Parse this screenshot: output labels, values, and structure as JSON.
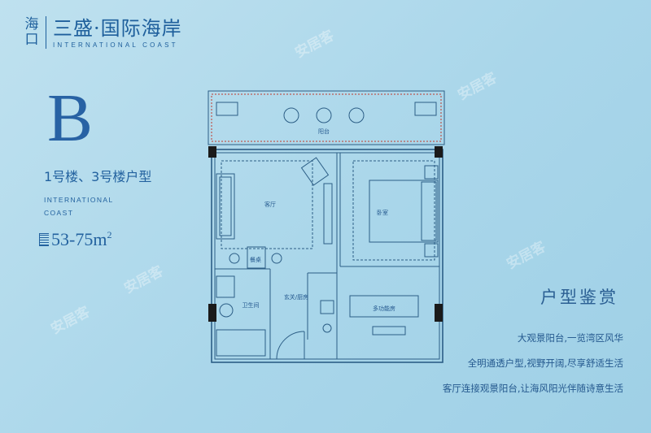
{
  "brand": {
    "city_vertical": [
      "海",
      "口"
    ],
    "name": "三盛·国际海岸",
    "subtitle": "INTERNATIONAL COAST"
  },
  "unit": {
    "type_letter": "B",
    "buildings": "1号楼、3号楼户型",
    "intl_line1": "INTERNATIONAL",
    "intl_line2": "COAST",
    "area": "53-75m",
    "area_sup": "2"
  },
  "plan": {
    "rooms": {
      "balcony": "阳台",
      "living": "客厅",
      "bedroom": "卧室",
      "dining": "餐桌",
      "bathroom": "卫生间",
      "entry_kitchen": "玄关/厨房",
      "multi_room": "多功能房"
    }
  },
  "section_title": "户型鉴赏",
  "features": [
    "大观景阳台,一览湾区风华",
    "全明通透户型,视野开阔,尽享舒适生活",
    "客厅连接观景阳台,让海风阳光伴随诗意生活"
  ],
  "watermark": "安居客",
  "colors": {
    "background": "#a9d6ea",
    "ink": "#1f5c93",
    "plan_line": "#2c5e86",
    "wall_fill": "#1a1a1a",
    "balcony_rail": "#c0392b"
  }
}
